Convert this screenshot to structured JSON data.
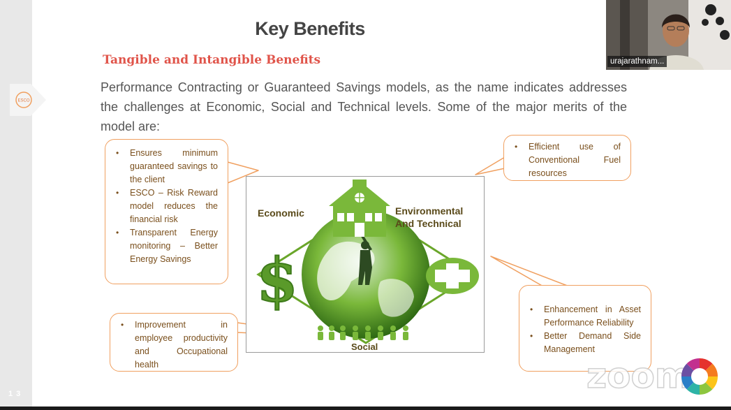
{
  "slide": {
    "title": "Key Benefits",
    "subtitle": "Tangible and Intangible Benefits",
    "intro": "Performance  Contracting or Guaranteed Savings models, as the name indicates addresses the challenges at Economic, Social  and Technical levels. Some of the major merits of the model are:",
    "slide_number": "1 3",
    "logo_text": "ESCO"
  },
  "callouts": {
    "economic": [
      "Ensures minimum guaranteed savings to the client",
      "ESCO – Risk Reward model reduces the financial risk",
      "Transparent Energy monitoring – Better Energy Savings"
    ],
    "environmental": [
      "Efficient use of Conventional Fuel resources"
    ],
    "social": [
      "Improvement in employee productivity and Occupational health"
    ],
    "technical": [
      "Enhancement in Asset Performance Reliability",
      "Better Demand Side Management"
    ]
  },
  "diagram": {
    "economic_label": "Economic",
    "environmental_label_line1": "Environmental",
    "environmental_label_line2": "And Technical",
    "social_label": "Social"
  },
  "webcam": {
    "participant_name": "urajarathnam..."
  },
  "watermark": {
    "text": "zoom"
  },
  "colors": {
    "subtitle": "#e0544a",
    "callout_border": "#f0a060",
    "callout_text": "#7a4f1c",
    "diagram_green": "#6aa62a"
  }
}
